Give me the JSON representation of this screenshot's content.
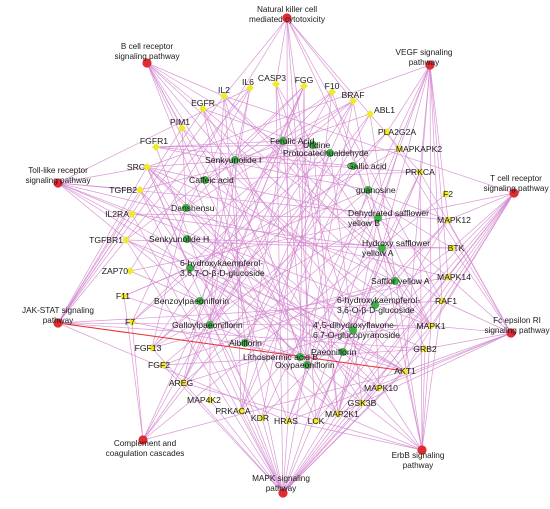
{
  "colors": {
    "edge": "#d487cf",
    "edge_highlight": "#e8332a",
    "pathway": "#e02b33",
    "target": "#f0ea2a",
    "compound": "#3fae44"
  },
  "pathways": [
    {
      "id": "p_nk",
      "lines": [
        "Natural killer cell",
        "mediated cytotoxicity"
      ]
    },
    {
      "id": "p_bcr",
      "lines": [
        "B cell receptor",
        "signaling pathway"
      ]
    },
    {
      "id": "p_vegf",
      "lines": [
        "VEGF signaling",
        "pathway"
      ]
    },
    {
      "id": "p_tlr",
      "lines": [
        "Toll-like receptor",
        "signaling pathway"
      ]
    },
    {
      "id": "p_tcr",
      "lines": [
        "T cell receptor",
        "signaling pathway"
      ]
    },
    {
      "id": "p_jak",
      "lines": [
        "JAK-STAT signaling",
        "pathway"
      ]
    },
    {
      "id": "p_fce",
      "lines": [
        "Fc epsilon RI",
        "signaling pathway"
      ]
    },
    {
      "id": "p_comp",
      "lines": [
        "Complement and",
        "coagulation cascades"
      ]
    },
    {
      "id": "p_erbb",
      "lines": [
        "ErbB signaling",
        "pathway"
      ]
    },
    {
      "id": "p_mapk",
      "lines": [
        "MAPK signaling",
        "pathway"
      ]
    }
  ],
  "targets": [
    {
      "id": "IL2",
      "label": "IL2"
    },
    {
      "id": "IL6",
      "label": "IL6"
    },
    {
      "id": "CASP3",
      "label": "CASP3"
    },
    {
      "id": "FGG",
      "label": "FGG"
    },
    {
      "id": "F10",
      "label": "F10"
    },
    {
      "id": "BRAF",
      "label": "BRAF"
    },
    {
      "id": "ABL1",
      "label": "ABL1"
    },
    {
      "id": "EGFR",
      "label": "EGFR"
    },
    {
      "id": "PIM1",
      "label": "PIM1"
    },
    {
      "id": "FGFR1",
      "label": "FGFR1"
    },
    {
      "id": "SRC",
      "label": "SRC"
    },
    {
      "id": "TGFB2",
      "label": "TGFB2"
    },
    {
      "id": "IL2RA",
      "label": "IL2RA"
    },
    {
      "id": "TGFBR1",
      "label": "TGFBR1"
    },
    {
      "id": "ZAP70",
      "label": "ZAP70"
    },
    {
      "id": "F11",
      "label": "F11"
    },
    {
      "id": "F7",
      "label": "F7"
    },
    {
      "id": "FGF13",
      "label": "FGF13"
    },
    {
      "id": "FGF2",
      "label": "FGF2"
    },
    {
      "id": "AREG",
      "label": "AREG"
    },
    {
      "id": "MAP4K2",
      "label": "MAP4K2"
    },
    {
      "id": "PRKACA",
      "label": "PRKACA"
    },
    {
      "id": "KDR",
      "label": "KDR"
    },
    {
      "id": "HRAS",
      "label": "HRAS"
    },
    {
      "id": "LCK",
      "label": "LCK"
    },
    {
      "id": "MAP2K1",
      "label": "MAP2K1"
    },
    {
      "id": "GSK3B",
      "label": "GSK3B"
    },
    {
      "id": "MAPK10",
      "label": "MAPK10"
    },
    {
      "id": "AKT1",
      "label": "AKT1"
    },
    {
      "id": "GRB2",
      "label": "GRB2"
    },
    {
      "id": "MAPK1",
      "label": "MAPK1"
    },
    {
      "id": "RAF1",
      "label": "RAF1"
    },
    {
      "id": "MAPK14",
      "label": "MAPK14"
    },
    {
      "id": "BTK",
      "label": "BTK"
    },
    {
      "id": "MAPK12",
      "label": "MAPK12"
    },
    {
      "id": "F2",
      "label": "F2"
    },
    {
      "id": "PRKCA",
      "label": "PRKCA"
    },
    {
      "id": "MAPKAPK2",
      "label": "MAPKAPK2"
    },
    {
      "id": "PLA2G2A",
      "label": "PLA2G2A"
    }
  ],
  "compounds": [
    {
      "id": "c_ferulic",
      "label": "Ferulic Acid"
    },
    {
      "id": "c_uridine",
      "label": "Uridine"
    },
    {
      "id": "c_senkI",
      "label": "Senkyunolide I"
    },
    {
      "id": "c_protocat",
      "label": "Protocatechualdehyde"
    },
    {
      "id": "c_gallic",
      "label": "Gallic acid"
    },
    {
      "id": "c_caffeic",
      "label": "Caffeic acid"
    },
    {
      "id": "c_guanosine",
      "label": "guanosine"
    },
    {
      "id": "c_danshensu",
      "label": "Danshensu"
    },
    {
      "id": "c_dsyb",
      "label": "Dehydrated safflower yellow B"
    },
    {
      "id": "c_senkH",
      "label": "Senkyunolide H"
    },
    {
      "id": "c_hsya",
      "label": "Hydroxy safflower yellow A"
    },
    {
      "id": "c_hkg1",
      "label": "6-hydroxykaempferol-3,6,7-O-β-D-glucoside"
    },
    {
      "id": "c_benzoyl",
      "label": "Benzoylpaeoniflorin"
    },
    {
      "id": "c_sya",
      "label": "Safflor yellow A"
    },
    {
      "id": "c_hkg2",
      "label": "6-hydroxykaempferol-3,6-O-β-D-glucoside"
    },
    {
      "id": "c_galloyl",
      "label": "Galloylpaeoniflorin"
    },
    {
      "id": "c_dhf",
      "label": "4',5-dihydroxyflavone-6,7-O-glucopyranoside"
    },
    {
      "id": "c_albiflorin",
      "label": "Albiflorin"
    },
    {
      "id": "c_lithosp",
      "label": "Lithospermic acid B"
    },
    {
      "id": "c_paeoni",
      "label": "Paeoniflorin"
    },
    {
      "id": "c_oxypaeoni",
      "label": "Oxypaeoniflorin"
    }
  ]
}
